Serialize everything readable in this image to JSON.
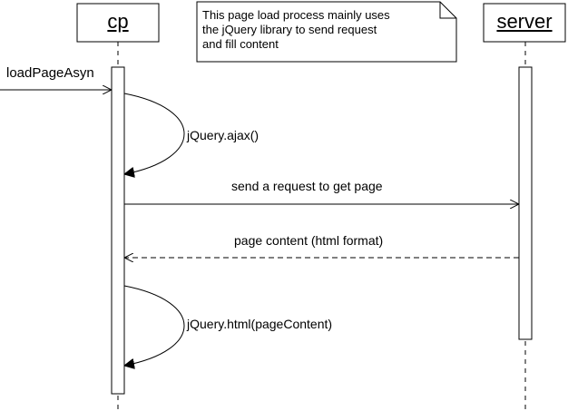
{
  "lifelines": [
    {
      "name": "cp"
    },
    {
      "name": "server"
    }
  ],
  "note": {
    "text": "This page load process mainly uses\nthe jQuery library to send request\nand fill content"
  },
  "messages": {
    "incoming": "loadPageAsyn",
    "self_call_1": "jQuery.ajax()",
    "request": "send a request to get page",
    "response": "page content (html format)",
    "self_call_2": "jQuery.html(pageContent)"
  }
}
